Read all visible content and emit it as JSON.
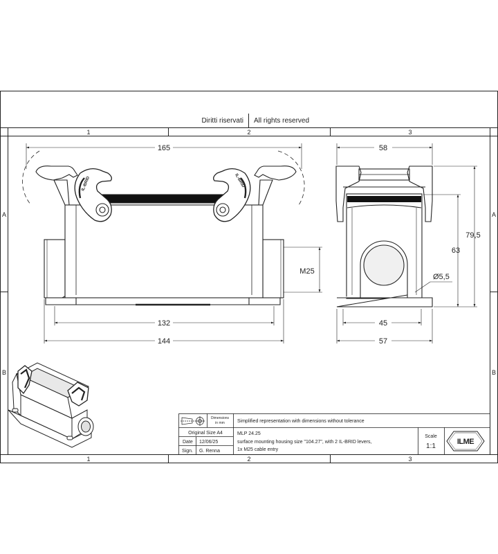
{
  "header": {
    "rights_it": "Diritti riservati",
    "rights_en": "All rights reserved"
  },
  "zones": {
    "top": [
      "1",
      "2",
      "3"
    ],
    "bottom": [
      "1",
      "2",
      "3"
    ],
    "side": [
      "A",
      "B"
    ]
  },
  "dimensions": {
    "overall_width": "165",
    "side_width_top": "58",
    "thread": "M25",
    "base_inner": "132",
    "base_outer": "144",
    "side_base_inner": "45",
    "side_base_outer": "57",
    "height_total": "79,5",
    "height_body": "63",
    "hole_dia": "Ø5,5"
  },
  "lever_text": "IL-BRID",
  "title_block": {
    "dimensions_label": "Dimensions",
    "dimensions_unit": "in mm",
    "original_size": "Original Size A4",
    "date_label": "Date",
    "date_value": "12/06/25",
    "sign_label": "Sign.",
    "sign_value": "G. Renna",
    "simplified_note": "Simplified representation with dimensions without tolerance",
    "part_number": "MLP 24.25",
    "description_1": "surface mounting housing size \"104.27\", with 2 IL-BRID levers,",
    "description_2": "1x M25 cable entry",
    "scale_label": "Scale",
    "scale_value": "1:1",
    "logo_text": "ILME"
  }
}
